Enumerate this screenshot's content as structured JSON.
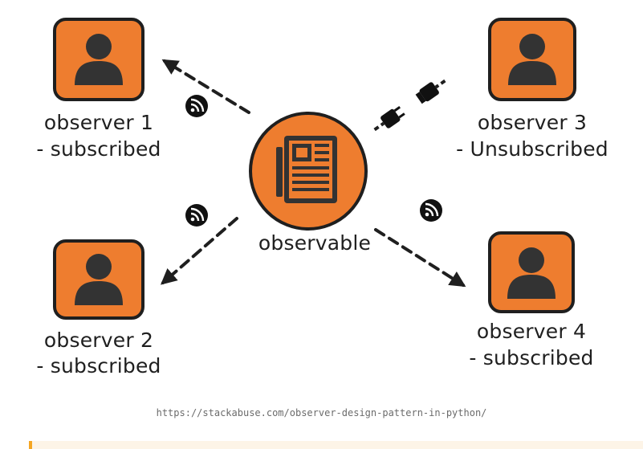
{
  "diagram": {
    "center": {
      "label": "observable",
      "icon": "newspaper-icon"
    },
    "observers": [
      {
        "name": "observer 1",
        "status": "- subscribed",
        "icon": "person-icon",
        "connection": "subscribed",
        "feed_icon": "rss-icon"
      },
      {
        "name": "observer 2",
        "status": "- subscribed",
        "icon": "person-icon",
        "connection": "subscribed",
        "feed_icon": "rss-icon"
      },
      {
        "name": "observer 3",
        "status": "- Unsubscribed",
        "icon": "person-icon",
        "connection": "unplugged",
        "feed_icon": "unplugged-cable-icon"
      },
      {
        "name": "observer 4",
        "status": "- subscribed",
        "icon": "person-icon",
        "connection": "subscribed",
        "feed_icon": "rss-icon"
      }
    ],
    "colors": {
      "accent_orange": "#ee7d2f",
      "outline": "#1f1f1f",
      "icon_fill": "#333333"
    }
  },
  "source_url": "https://stackabuse.com/observer-design-pattern-in-python/",
  "callout": {
    "accent": "#f5a623",
    "background": "#fdf4e7"
  }
}
